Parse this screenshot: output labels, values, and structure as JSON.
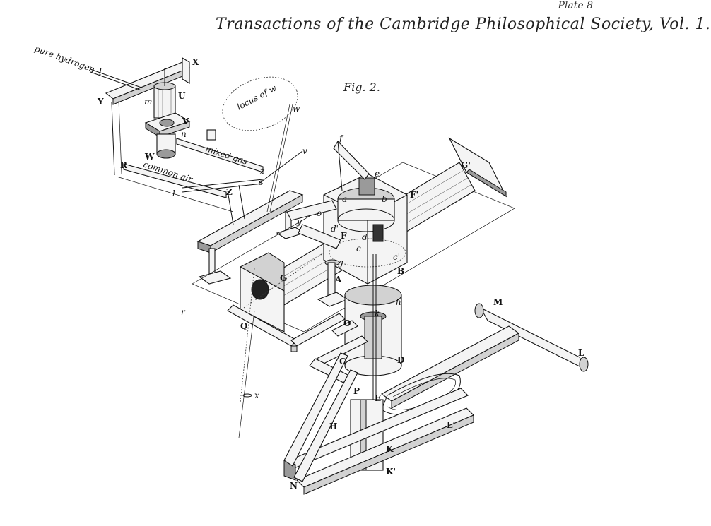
{
  "header": {
    "plate": "Plate 8",
    "title": "Transactions of the Cambridge Philosophical Society, Vol. 1."
  },
  "figure": {
    "caption": "Fig. 2."
  },
  "annotations": {
    "pure_hydrogen": "pure hydrogen",
    "mixed_gas": "mixed gas",
    "common_air": "common air",
    "locus_of_w": "locus of w"
  },
  "labels": {
    "X": "X",
    "Y": "Y",
    "U": "U",
    "V": "V",
    "W": "W",
    "R": "R",
    "Z": "Z",
    "l_top": "l",
    "m": "m",
    "n": "n",
    "l_mid": "l",
    "w": "w",
    "v": "v",
    "s": "s",
    "z": "z",
    "y": "y",
    "f": "f",
    "e": "e",
    "G_prime": "G'",
    "F_prime": "F'",
    "a": "a",
    "b": "b",
    "o": "o",
    "d_prime": "d'",
    "F": "F",
    "d": "d",
    "c": "c",
    "c_prime": "c'",
    "g": "g",
    "G": "G",
    "A": "A",
    "B": "B",
    "h": "h",
    "k": "k",
    "Q": "Q",
    "O": "O",
    "r": "r",
    "D": "D",
    "C": "C",
    "P": "P",
    "E": "E",
    "x": "x",
    "M": "M",
    "L": "L",
    "L_prime": "L'",
    "H": "H",
    "K": "K",
    "K_prime": "K'",
    "N": "N"
  }
}
